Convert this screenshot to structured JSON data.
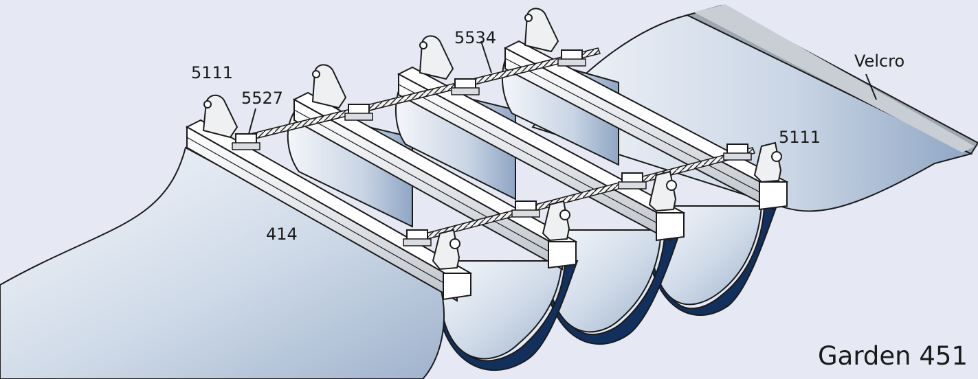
{
  "title": "Garden 451",
  "labels": {
    "bracket_left": "5111",
    "bracket_right": "5111",
    "clip": "5527",
    "cord": "5534",
    "rail": "414",
    "fastener": "Velcro"
  },
  "colors": {
    "background": "#e6e9f3",
    "fabric_light": "#f4f6fb",
    "fabric_mid": "#b9c8dc",
    "fabric_back": "#12305e",
    "rail": "#e9ebed",
    "line": "#1a1a1a"
  }
}
